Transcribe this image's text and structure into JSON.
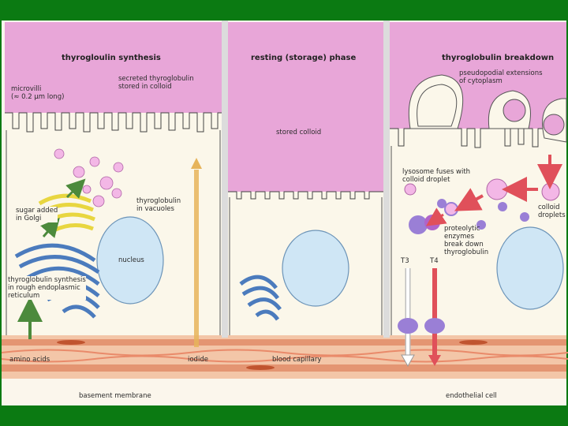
{
  "panels": {
    "synthesis": {
      "title": "thyrogloulin synthesis",
      "microvilli": "microvilli\n(≈ 0.2 μm long)",
      "secreted": "secreted thyroglobulin\nstored in colloid",
      "sugar": "sugar added\nin Golgi",
      "vacuoles": "thyroglobulin\nin vacuoles",
      "nucleus": "nucleus",
      "er": "thyroglobulin synthesis\nin rough endoplasmic\nreticulum",
      "amino": "amino acids",
      "iodide": "iodide"
    },
    "resting": {
      "title": "resting (storage) phase",
      "colloid": "stored colloid"
    },
    "breakdown": {
      "title": "thyroglobulin breakdown",
      "pseudopod": "pseudopodial extensions\nof cytoplasm",
      "lysosome": "lysosome fuses with\ncolloid droplet",
      "droplets": "colloid\ndroplets",
      "enzymes": "proteolytic\nenzymes\nbreak down\nthyroglobulin",
      "t3": "T3",
      "t4": "T4"
    }
  },
  "bottom": {
    "capillary": "blood capillary",
    "basement": "basement membrane",
    "endothelial": "endothelial cell"
  },
  "colors": {
    "colloid": "#e8a6d8",
    "cytoplasm": "#fbf7ea",
    "nucleus": "#cfe6f5",
    "er": "#4b7bbd",
    "golgi": "#e8d640",
    "capillary": "#e49572",
    "lysosome": "#9a7fd6",
    "red_arrow": "#e0505a",
    "green_arrow": "#4c8a3c",
    "gold_arrow": "#e6b45a",
    "frame": "#0b7a12"
  }
}
